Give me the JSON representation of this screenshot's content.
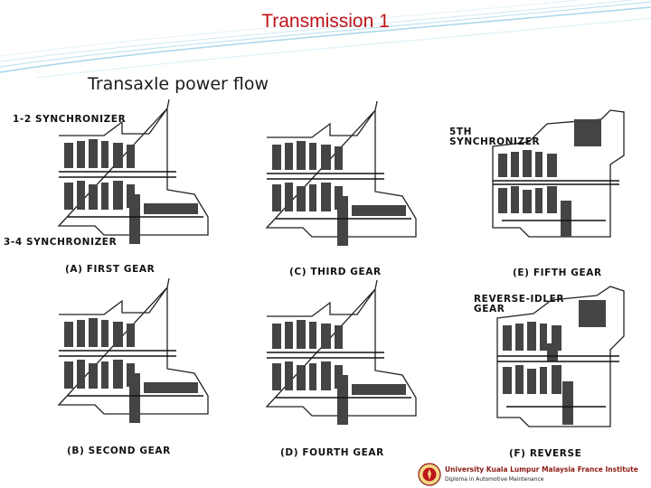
{
  "slide": {
    "title": "Transmission 1",
    "subtitle": "Transaxle power flow"
  },
  "diagrams": {
    "first": {
      "caption": "(A)  FIRST GEAR"
    },
    "second": {
      "caption": "(B)  SECOND GEAR"
    },
    "third": {
      "caption": "(C)  THIRD GEAR"
    },
    "fourth": {
      "caption": "(D)  FOURTH GEAR"
    },
    "fifth": {
      "caption": "(E)  FIFTH GEAR"
    },
    "reverse": {
      "caption": "(F)  REVERSE"
    }
  },
  "labels": {
    "sync_12": "1-2 SYNCHRONIZER",
    "sync_34": "3-4 SYNCHRONIZER",
    "sync_5_line1": "5TH",
    "sync_5_line2": "SYNCHRONIZER",
    "reverse_idler_line1": "REVERSE-IDLER",
    "reverse_idler_line2": "GEAR"
  },
  "footer": {
    "university": "University Kuala Lumpur Malaysia France Institute",
    "department": "Diploma in Automotive Maintenance"
  },
  "colors": {
    "title": "#c0141a",
    "header_lines": "#9ed0e6",
    "footer_name": "#8a1a10"
  }
}
